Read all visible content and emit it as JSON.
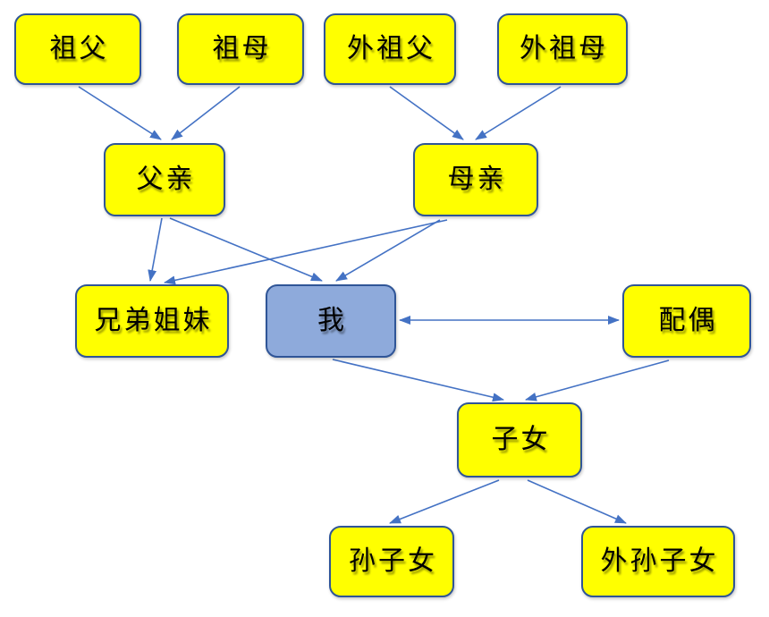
{
  "diagram": {
    "type": "family-tree-flowchart",
    "colors": {
      "node_fill": "#FFFF00",
      "self_fill": "#8EAADB",
      "node_border": "#2F5597",
      "arrow": "#4472C4",
      "text": "#000000",
      "background": "#FFFFFF"
    },
    "nodes": [
      {
        "id": "zufu",
        "label": "祖父",
        "fill": "yellow"
      },
      {
        "id": "zumu",
        "label": "祖母",
        "fill": "yellow"
      },
      {
        "id": "waizufu",
        "label": "外祖父",
        "fill": "yellow"
      },
      {
        "id": "waizumu",
        "label": "外祖母",
        "fill": "yellow"
      },
      {
        "id": "fuqin",
        "label": "父亲",
        "fill": "yellow"
      },
      {
        "id": "muqin",
        "label": "母亲",
        "fill": "yellow"
      },
      {
        "id": "xiongdijiemei",
        "label": "兄弟姐妹",
        "fill": "yellow"
      },
      {
        "id": "wo",
        "label": "我",
        "fill": "self"
      },
      {
        "id": "peiou",
        "label": "配偶",
        "fill": "yellow"
      },
      {
        "id": "zinv",
        "label": "子女",
        "fill": "yellow"
      },
      {
        "id": "sunzinv",
        "label": "孙子女",
        "fill": "yellow"
      },
      {
        "id": "waisunzinv",
        "label": "外孙子女",
        "fill": "yellow"
      }
    ],
    "edges": [
      {
        "from": "zufu",
        "to": "fuqin",
        "dir": "one-way"
      },
      {
        "from": "zumu",
        "to": "fuqin",
        "dir": "one-way"
      },
      {
        "from": "waizufu",
        "to": "muqin",
        "dir": "one-way"
      },
      {
        "from": "waizumu",
        "to": "muqin",
        "dir": "one-way"
      },
      {
        "from": "fuqin",
        "to": "xiongdijiemei",
        "dir": "one-way"
      },
      {
        "from": "fuqin",
        "to": "wo",
        "dir": "one-way"
      },
      {
        "from": "muqin",
        "to": "xiongdijiemei",
        "dir": "one-way"
      },
      {
        "from": "muqin",
        "to": "wo",
        "dir": "one-way"
      },
      {
        "from": "wo",
        "to": "peiou",
        "dir": "two-way"
      },
      {
        "from": "wo",
        "to": "zinv",
        "dir": "one-way"
      },
      {
        "from": "peiou",
        "to": "zinv",
        "dir": "one-way"
      },
      {
        "from": "zinv",
        "to": "sunzinv",
        "dir": "one-way"
      },
      {
        "from": "zinv",
        "to": "waisunzinv",
        "dir": "one-way"
      }
    ]
  }
}
